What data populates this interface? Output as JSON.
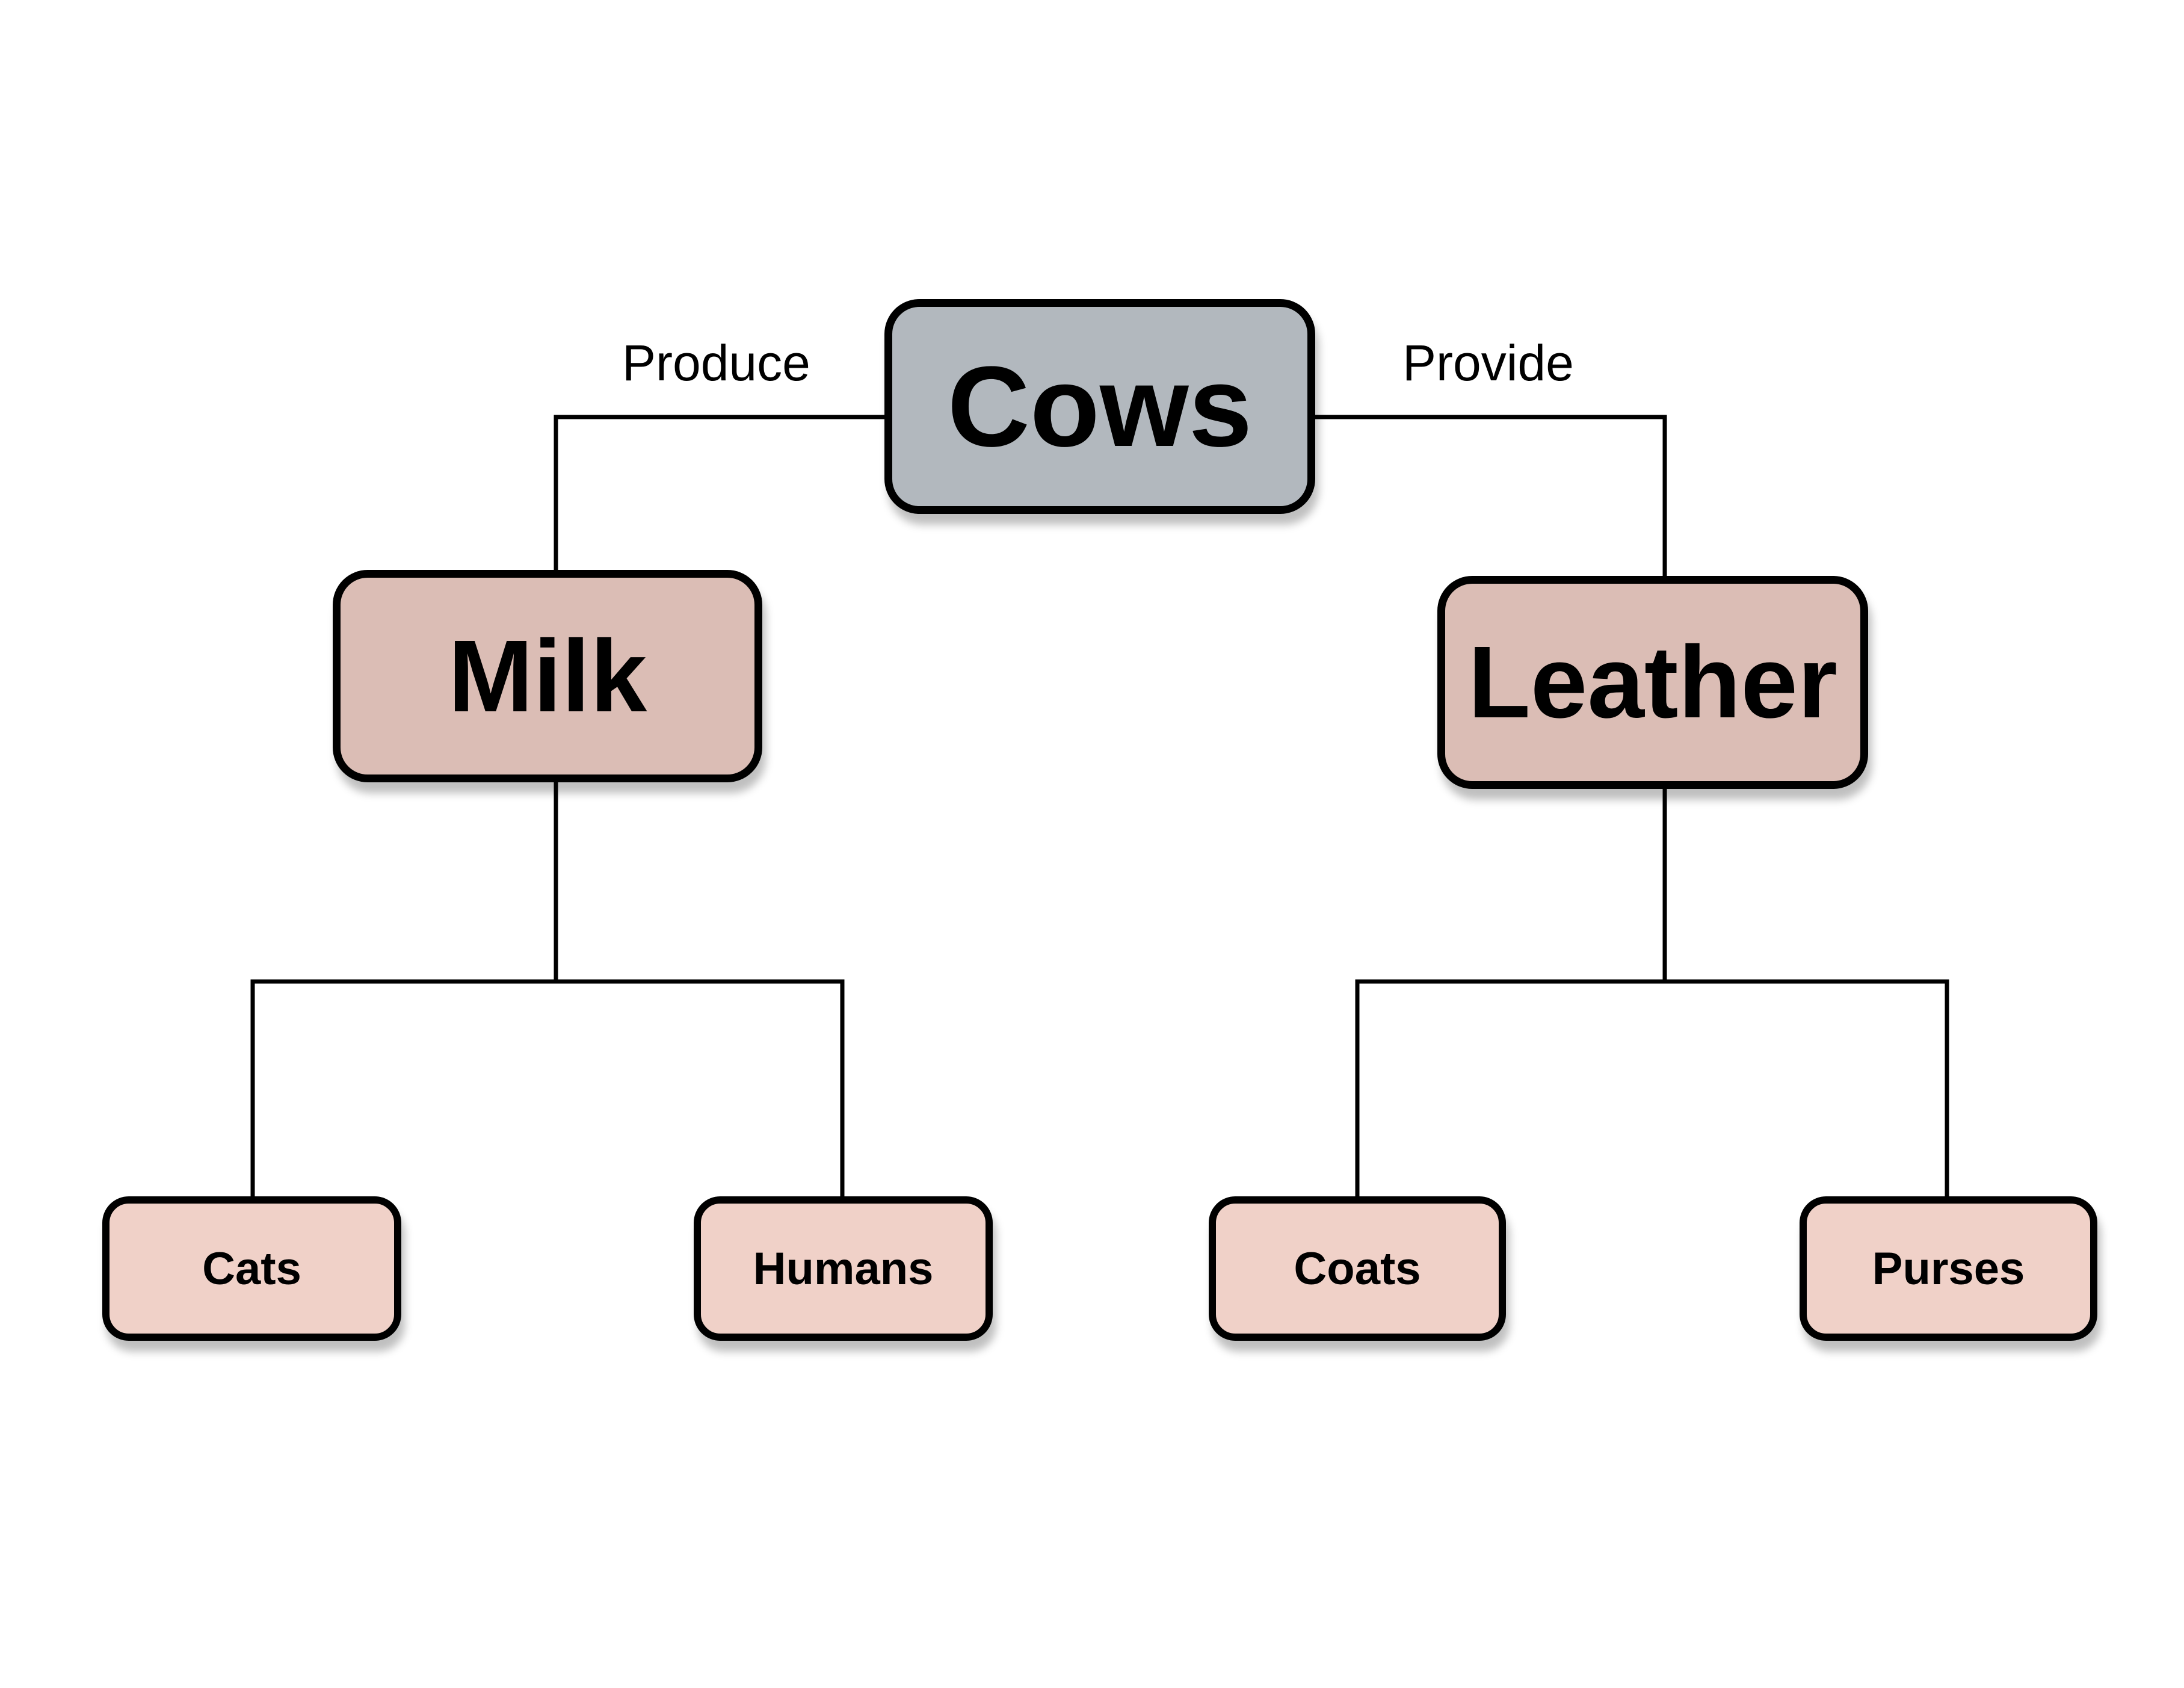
{
  "root": {
    "label": "Cows"
  },
  "edges": {
    "left_label": "Produce",
    "right_label": "Provide"
  },
  "children": [
    {
      "label": "Milk",
      "children": [
        {
          "label": "Cats"
        },
        {
          "label": "Humans"
        }
      ]
    },
    {
      "label": "Leather",
      "children": [
        {
          "label": "Coats"
        },
        {
          "label": "Purses"
        }
      ]
    }
  ],
  "colors": {
    "root": "#b2b8be",
    "middle": "#dbbdb5",
    "leaf": "#f0d1c8",
    "line": "#000000"
  }
}
